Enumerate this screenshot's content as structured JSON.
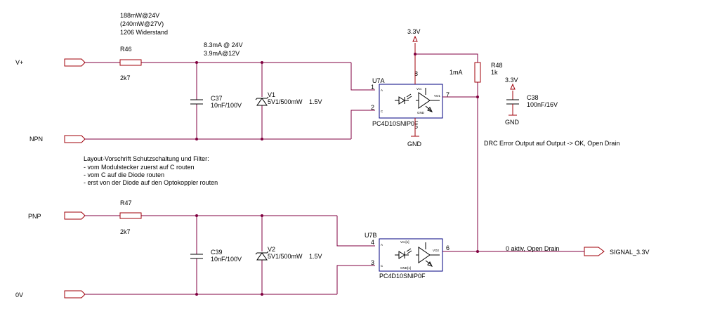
{
  "ports": {
    "vplus": "V+",
    "npn": "NPN",
    "pnp": "PNP",
    "zero_v": "0V",
    "signal": "SIGNAL_3.3V"
  },
  "notes": {
    "power_1": "188mW@24V",
    "power_2": "(240mW@27V)",
    "power_3": "1206 Widerstand",
    "current_1": "8.3mA @ 24V",
    "current_2": "3.9mA@12V",
    "current_r48": "1mA",
    "drc": "DRC Error Output auf Output -> OK, Open Drain",
    "output_note": "0 aktiv, Open Drain",
    "layout_title": "Layout-Vorschrift Schutzschaltung und Filter:",
    "layout_1": "- vom Modulstecker zuerst auf C routen",
    "layout_2": "- vom C auf die Diode routen",
    "layout_3": "- erst von der Diode auf den Optokoppler routen"
  },
  "components": {
    "r46": {
      "ref": "R46",
      "value": "2k7"
    },
    "r47": {
      "ref": "R47",
      "value": "2k7"
    },
    "r48": {
      "ref": "R48",
      "value": "1k"
    },
    "c37": {
      "ref": "C37",
      "value": "10nF/100V"
    },
    "c38": {
      "ref": "C38",
      "value": "100nF/16V"
    },
    "c39": {
      "ref": "C39",
      "value": "10nF/100V"
    },
    "v1": {
      "ref": "V1",
      "value": "5V1/500mW",
      "voltage": "1.5V"
    },
    "v2": {
      "ref": "V2",
      "value": "5V1/500mW",
      "voltage": "1.5V"
    },
    "u7a": {
      "ref": "U7A",
      "part": "PC4D10SNIP0F",
      "pin1": "1",
      "pin2": "2",
      "pin7": "7",
      "pin8": "8",
      "pin5": "5",
      "inner_a": "A",
      "inner_c": "C",
      "inner_vcc": "Vcc",
      "inner_vo": "VO1",
      "inner_gnd": "GND"
    },
    "u7b": {
      "ref": "U7B",
      "part": "PC4D10SNIP0F",
      "pin4": "4",
      "pin3": "3",
      "pin6": "6",
      "inner_a": "A",
      "inner_c": "C",
      "inner_vcc": "Vcc[1]",
      "inner_vo": "VO2",
      "inner_gnd": "GND[1]"
    }
  },
  "power": {
    "u7a_vcc": "3.3V",
    "c38_vcc": "3.3V",
    "u7a_gnd": "GND",
    "c38_gnd": "GND"
  }
}
